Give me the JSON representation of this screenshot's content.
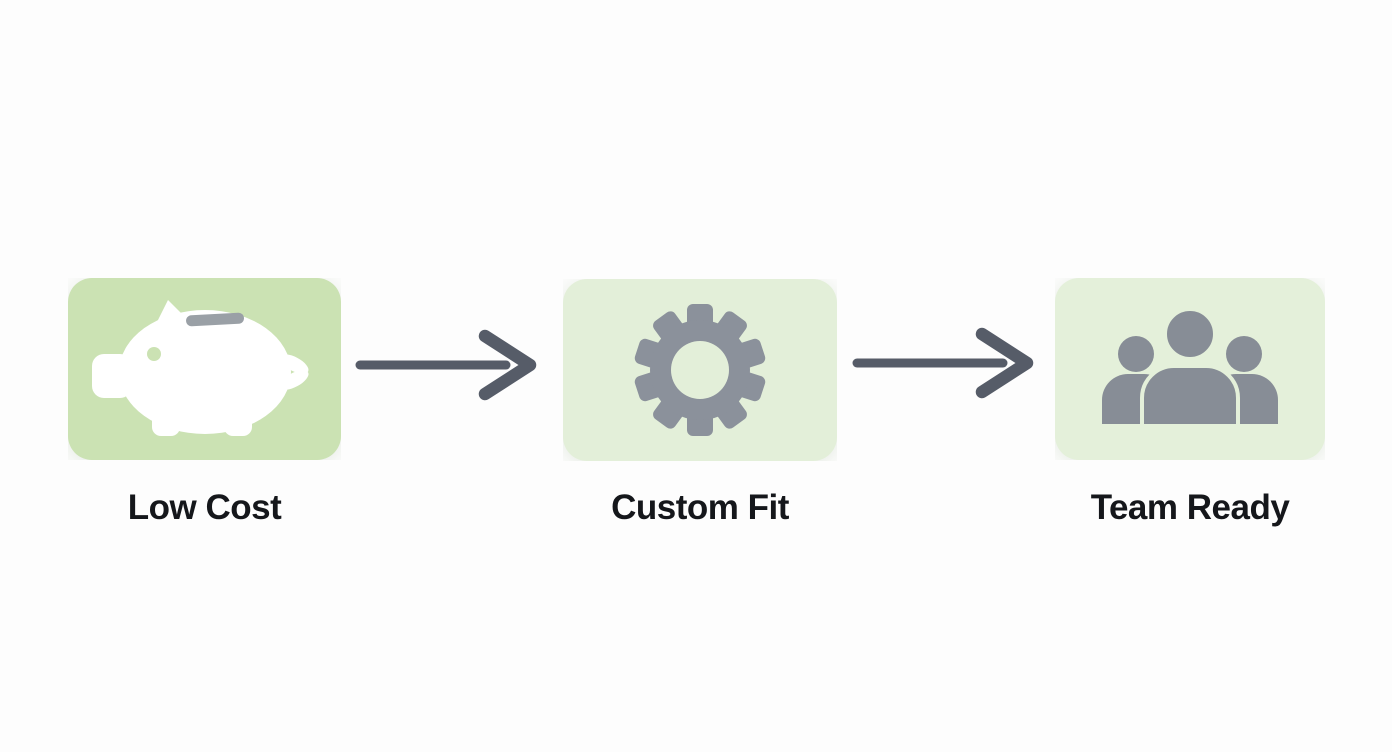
{
  "canvas": {
    "background": "#fdfdfd"
  },
  "steps": [
    {
      "label": "Low Cost",
      "icon": "piggy-bank-icon",
      "box_fill": "#cbe2b3"
    },
    {
      "label": "Custom Fit",
      "icon": "gear-icon",
      "box_fill": "#e3efd9"
    },
    {
      "label": "Team Ready",
      "icon": "team-icon",
      "box_fill": "#e4f0da"
    }
  ],
  "arrows": [
    {
      "from": "Low Cost",
      "to": "Custom Fit",
      "direction": "right"
    },
    {
      "from": "Custom Fit",
      "to": "Team Ready",
      "direction": "right"
    }
  ],
  "colors": {
    "arrow": "#565c68",
    "gear": "#8b919b",
    "people": "#878d96",
    "piggy_bank": "#ffffff",
    "coin_slot": "#9aa0a6",
    "label_text": "#15171b"
  }
}
